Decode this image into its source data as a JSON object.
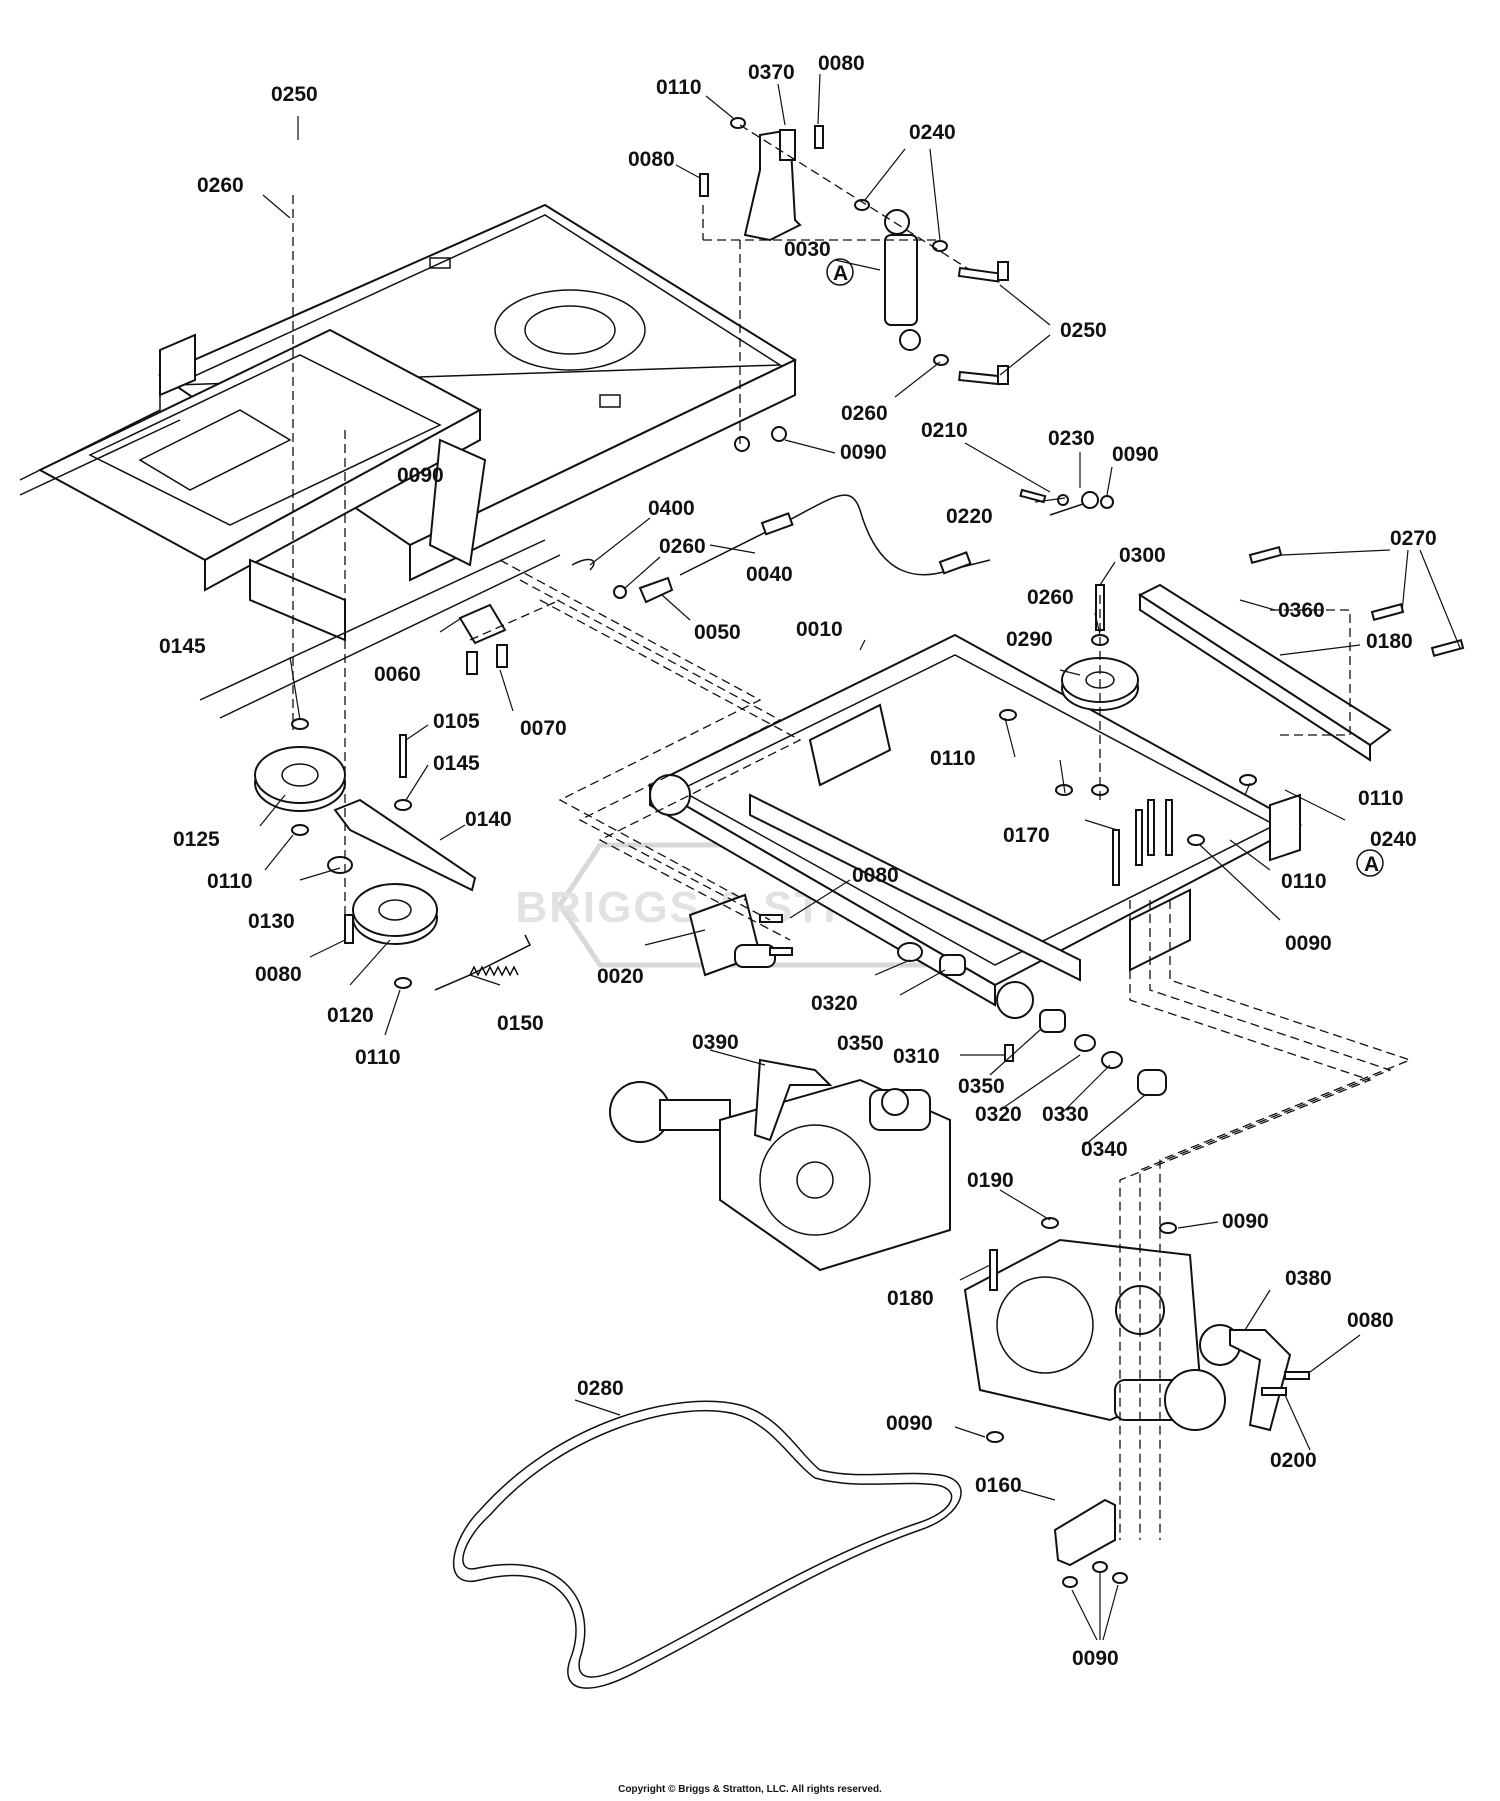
{
  "watermark": "BRIGGS & STRATTON",
  "copyright": "Copyright © Briggs & Stratton, LLC. All rights reserved.",
  "labels": {
    "l0250a": "0250",
    "l0260a": "0260",
    "l0110a": "0110",
    "l0370": "0370",
    "l0080a": "0080",
    "l0080b": "0080",
    "l0240a": "0240",
    "l0030": "0030",
    "lA1": "A",
    "l0250b": "0250",
    "l0260b": "0260",
    "l0090a": "0090",
    "l0090b": "0090",
    "l0210": "0210",
    "l0230": "0230",
    "l0090c": "0090",
    "l0220": "0220",
    "l0400": "0400",
    "l0260c": "0260",
    "l0040": "0040",
    "l0050": "0050",
    "l0300": "0300",
    "l0270": "0270",
    "l0260d": "0260",
    "l0360": "0360",
    "l0290": "0290",
    "l0180a": "0180",
    "l0010": "0010",
    "l0145a": "0145",
    "l0060": "0060",
    "l0070": "0070",
    "l0105": "0105",
    "l0145b": "0145",
    "l0110b": "0110",
    "l0110c": "0110",
    "l0125": "0125",
    "l0140": "0140",
    "l0170": "0170",
    "l0240b": "0240",
    "lA2": "A",
    "l0110d": "0110",
    "l0130": "0130",
    "l0080c": "0080",
    "l0110e": "0110",
    "l0080d": "0080",
    "l0020": "0020",
    "l0090d": "0090",
    "l0320a": "0320",
    "l0350a": "0350",
    "l0120": "0120",
    "l0150": "0150",
    "l0110f": "0110",
    "l0390": "0390",
    "l0310": "0310",
    "l0350b": "0350",
    "l0320b": "0320",
    "l0330": "0330",
    "l0340": "0340",
    "l0190": "0190",
    "l0090e": "0090",
    "l0380": "0380",
    "l0180b": "0180",
    "l0080e": "0080",
    "l0280": "0280",
    "l0090f": "0090",
    "l0200": "0200",
    "l0160": "0160",
    "l0090g": "0090"
  }
}
